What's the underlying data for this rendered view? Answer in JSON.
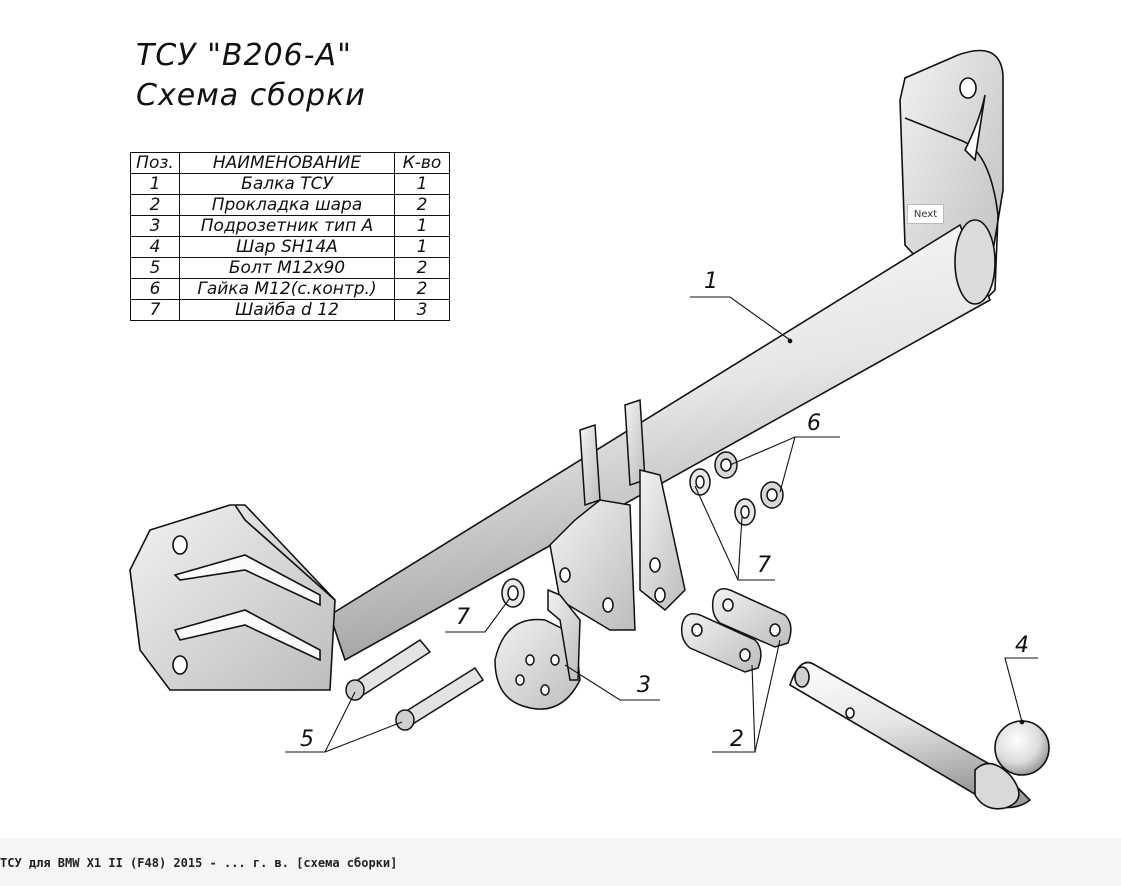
{
  "drawing": {
    "title_line1": "ТСУ \"B206-A\"",
    "title_line2": "Схема сборки",
    "table": {
      "headers": [
        "Поз.",
        "НАИМЕНОВАНИЕ",
        "К-во"
      ],
      "rows": [
        [
          "1",
          "Балка ТСУ",
          "1"
        ],
        [
          "2",
          "Прокладка шара",
          "2"
        ],
        [
          "3",
          "Подрозетник тип А",
          "1"
        ],
        [
          "4",
          "Шар SH14A",
          "1"
        ],
        [
          "5",
          "Болт М12х90",
          "2"
        ],
        [
          "6",
          "Гайка М12(с.контр.)",
          "2"
        ],
        [
          "7",
          "Шайба d 12",
          "3"
        ]
      ]
    },
    "callouts": {
      "c1": "1",
      "c2": "2",
      "c3": "3",
      "c4": "4",
      "c5": "5",
      "c6": "6",
      "c7a": "7",
      "c7b": "7"
    }
  },
  "viewer": {
    "next_label": "Next",
    "caption": "ТСУ для BMW X1 II (F48) 2015 - ... г. в. [схема сборки]"
  },
  "colors": {
    "line": "#111111",
    "part_fill": "#e8e8e8",
    "caption_bar": "#f5f5f5"
  }
}
